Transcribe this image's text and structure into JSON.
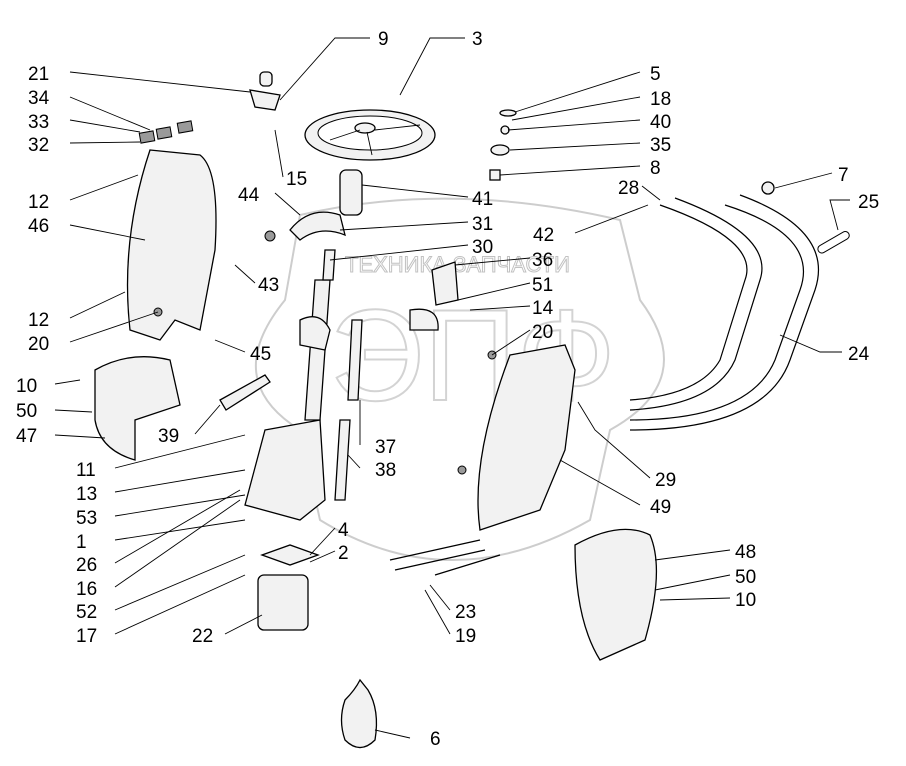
{
  "watermark": {
    "top_text": "ТЕХНИКА ЗАПЧАСТИ",
    "logo_letters": "ЭПФ"
  },
  "callouts": [
    "9",
    "3",
    "21",
    "34",
    "33",
    "32",
    "12",
    "46",
    "12",
    "20",
    "10",
    "50",
    "47",
    "11",
    "13",
    "53",
    "1",
    "26",
    "16",
    "52",
    "17",
    "22",
    "6",
    "19",
    "23",
    "4",
    "2",
    "37",
    "38",
    "39",
    "45",
    "43",
    "15",
    "44",
    "41",
    "31",
    "30",
    "36",
    "51",
    "14",
    "20",
    "42",
    "5",
    "18",
    "40",
    "35",
    "8",
    "7",
    "25",
    "28",
    "24",
    "29",
    "49",
    "48",
    "50",
    "10"
  ]
}
